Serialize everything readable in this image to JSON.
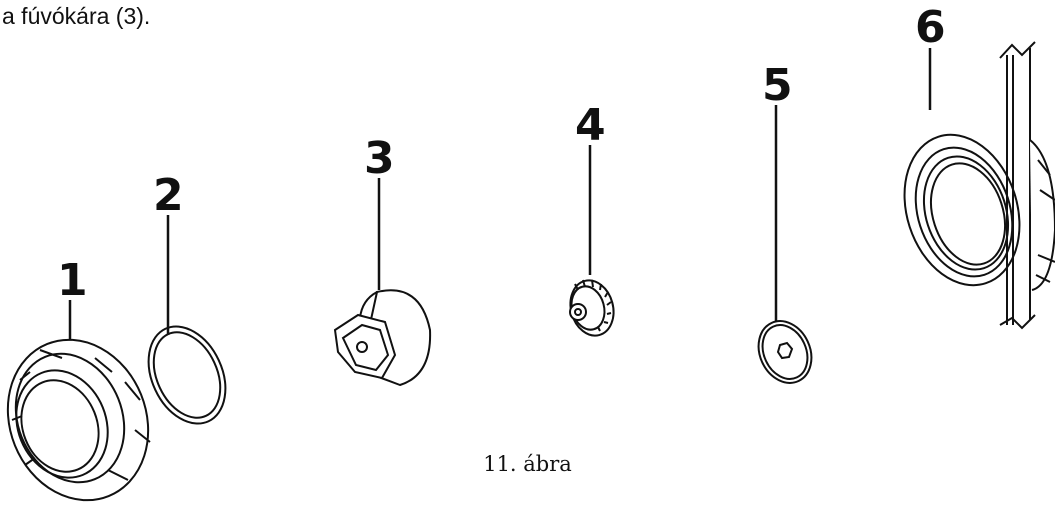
{
  "intro_text": "a fúvókára (3).",
  "caption": "11. ábra",
  "callouts": [
    "1",
    "2",
    "3",
    "4",
    "5",
    "6"
  ]
}
